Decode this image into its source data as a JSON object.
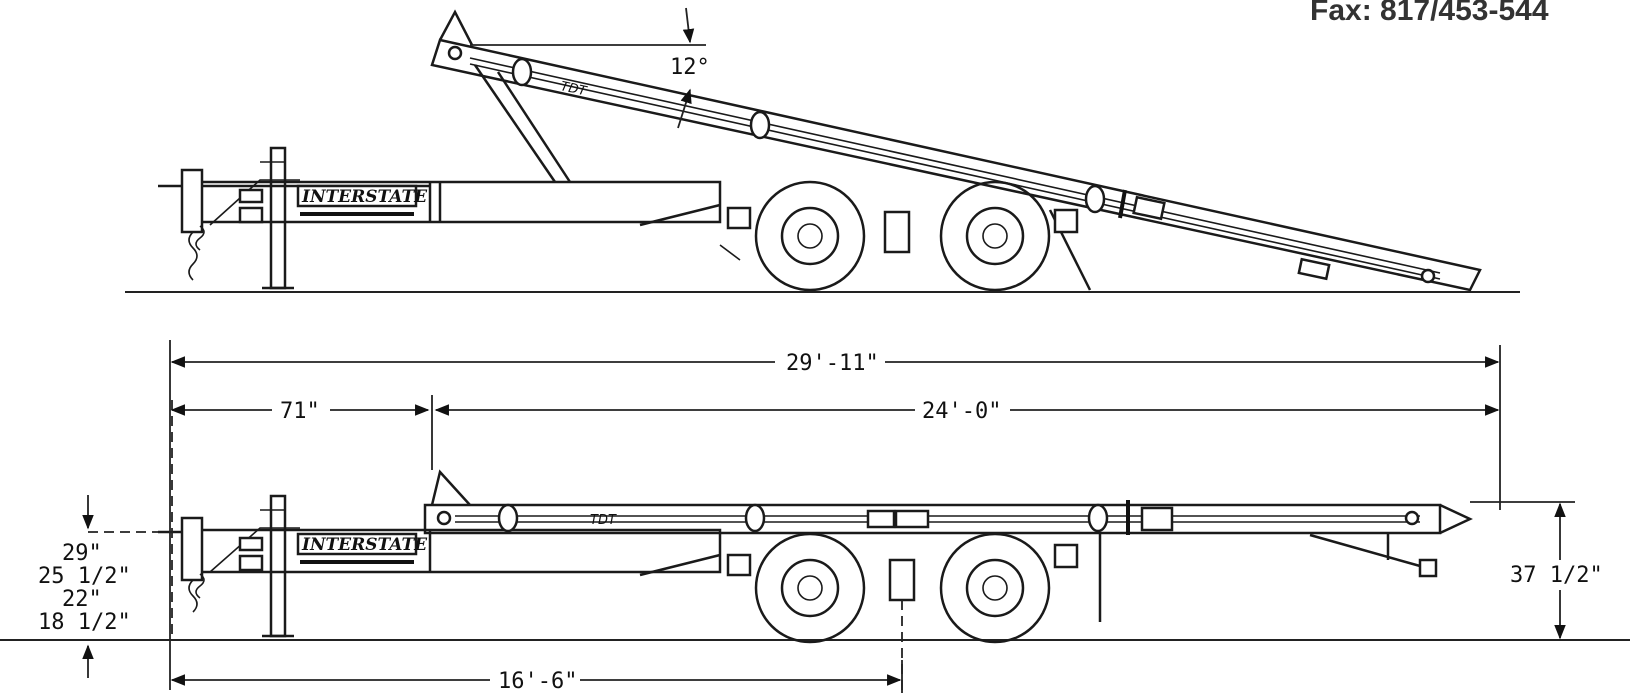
{
  "header": {
    "fax_text": "Fax: 817/453-544"
  },
  "brand": {
    "name": "INTERSTATE",
    "model": "TDT"
  },
  "dimensions": {
    "tilt_angle": "12°",
    "overall_length": "29'-11\"",
    "tongue_length": "71\"",
    "deck_length": "24'-0\"",
    "hitch_29": "29\"",
    "hitch_25": "25 1/2\"",
    "hitch_22": "22\"",
    "hitch_18": "18 1/2\"",
    "deck_height": "37 1/2\"",
    "axle_distance": "16'-6\""
  }
}
